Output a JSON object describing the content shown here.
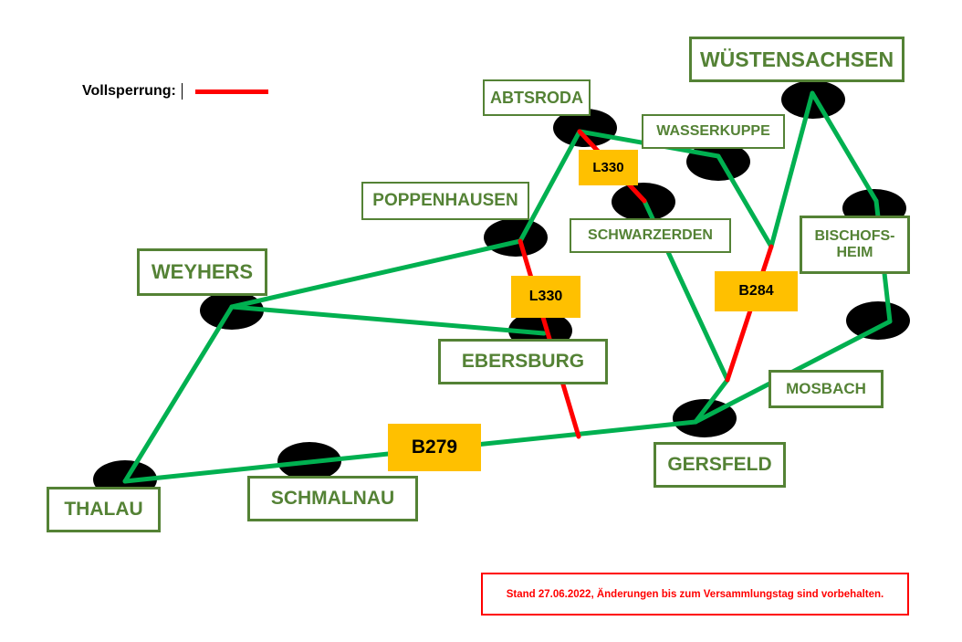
{
  "legend": {
    "label": "Vollsperrung:",
    "line_color": "#ff0000"
  },
  "colors": {
    "road_open": "#00b050",
    "road_closed": "#ff0000",
    "town_text": "#548235",
    "node": "#000000",
    "road_label_bg": "#ffc000"
  },
  "towns": {
    "wuestensachsen": "WÜSTENSACHSEN",
    "abtsroda": "ABTSRODA",
    "wasserkuppe": "WASSERKUPPE",
    "poppenhausen": "POPPENHAUSEN",
    "schwarzerden": "SCHWARZERDEN",
    "bischofsheim": "BISCHOFS-\nHEIM",
    "weyhers": "WEYHERS",
    "ebersburg": "EBERSBURG",
    "mosbach": "MOSBACH",
    "gersfeld": "GERSFELD",
    "thalau": "THALAU",
    "schmalnau": "SCHMALNAU"
  },
  "roads": {
    "l330_upper": "L330",
    "l330_lower": "L330",
    "b284": "B284",
    "b279": "B279"
  },
  "note": "Stand 27.06.2022, Änderungen bis zum Versammlungstag sind vorbehalten."
}
